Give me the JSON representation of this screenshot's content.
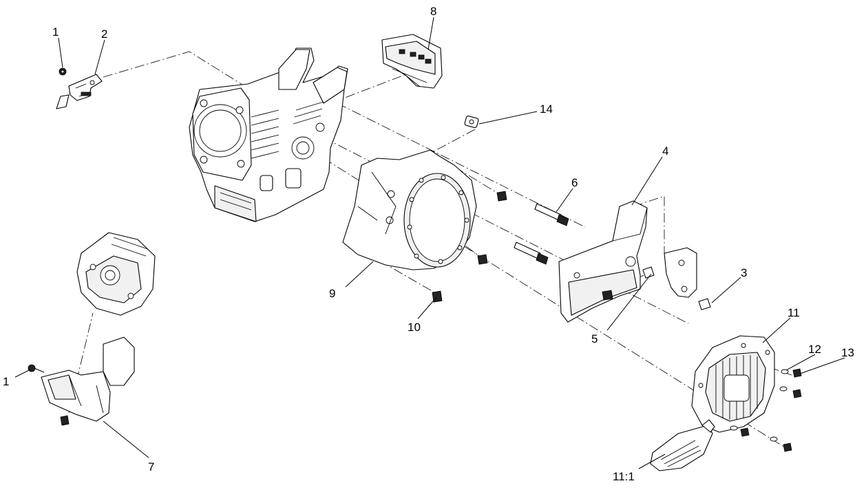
{
  "callouts": {
    "c1a": "1",
    "c2": "2",
    "c8": "8",
    "c14": "14",
    "c4": "4",
    "c6": "6",
    "c3": "3",
    "c9": "9",
    "c10": "10",
    "c5": "5",
    "c11": "11",
    "c12": "12",
    "c13": "13",
    "c1b": "1",
    "c7": "7",
    "c11_1": "11:1"
  }
}
